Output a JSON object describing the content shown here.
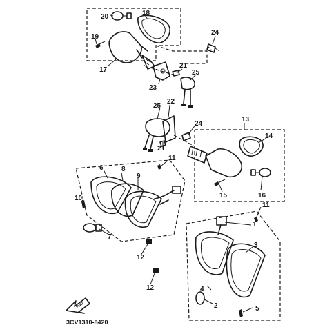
{
  "diagram_code": "3CV1310-8420",
  "front_arrow_label": "FWD",
  "callouts": {
    "n1": "1",
    "n2": "2",
    "n3": "3",
    "n4": "4",
    "n5": "5",
    "n6": "6",
    "n7": "7",
    "n8": "8",
    "n9": "9",
    "n10": "10",
    "n11a": "11",
    "n11b": "11",
    "n12a": "12",
    "n12b": "12",
    "n13": "13",
    "n14": "14",
    "n15": "15",
    "n16": "16",
    "n17": "17",
    "n18": "18",
    "n19": "19",
    "n20": "20",
    "n21a": "21",
    "n21b": "21",
    "n22": "22",
    "n23": "23",
    "n24a": "24",
    "n24b": "24",
    "n25a": "25",
    "n25b": "25"
  }
}
